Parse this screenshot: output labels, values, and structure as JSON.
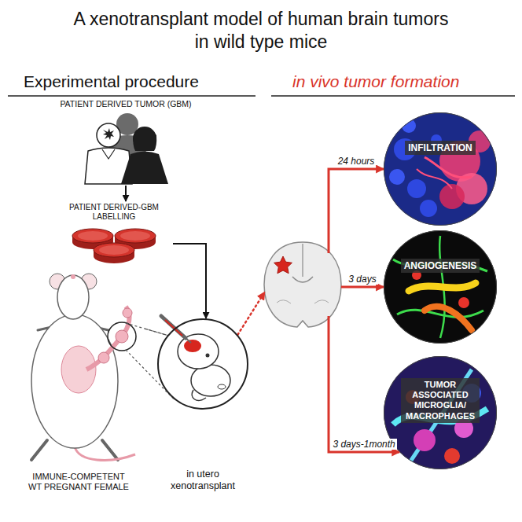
{
  "diagram": {
    "title": "A xenotransplant model of human brain tumors in wild type mice",
    "nodes": [
      {
        "text": [
          "PATIENT DERIVED TUMOR (GBM)"
        ]
      },
      {
        "text": [
          "PATIENT DERIVED-GBM LABELLING"
        ]
      },
      {
        "text": [
          "IMMUNE-COMPETENT WT PREGNANT FEMALE"
        ]
      },
      {
        "text": [
          "in utero xenotransplant"
        ]
      },
      {
        "text": []
      },
      {
        "text": [
          "INFILTRATION"
        ]
      },
      {
        "text": [
          "ANGIOGENESIS"
        ]
      },
      {
        "text": [
          "TUMOR ASSOCIATED MICROGLIA/ MACROPHAGES"
        ]
      }
    ],
    "edges": [
      {
        "from": 0,
        "to": 1,
        "arrow": "to"
      },
      {
        "from": 1,
        "to": 3,
        "arrow": "to"
      },
      {
        "from": 2,
        "to": 3,
        "arrow": "none"
      },
      {
        "from": 3,
        "to": 4,
        "arrow": "to"
      },
      {
        "from": 4,
        "to": 5,
        "label": "24 hours",
        "arrow": "to"
      },
      {
        "from": 4,
        "to": 6,
        "label": "3 days",
        "arrow": "to"
      },
      {
        "from": 4,
        "to": 7,
        "label": "3 days-1month",
        "arrow": "to"
      }
    ],
    "labels": [
      "Experimental procedure",
      "in vivo tumor formation"
    ]
  }
}
